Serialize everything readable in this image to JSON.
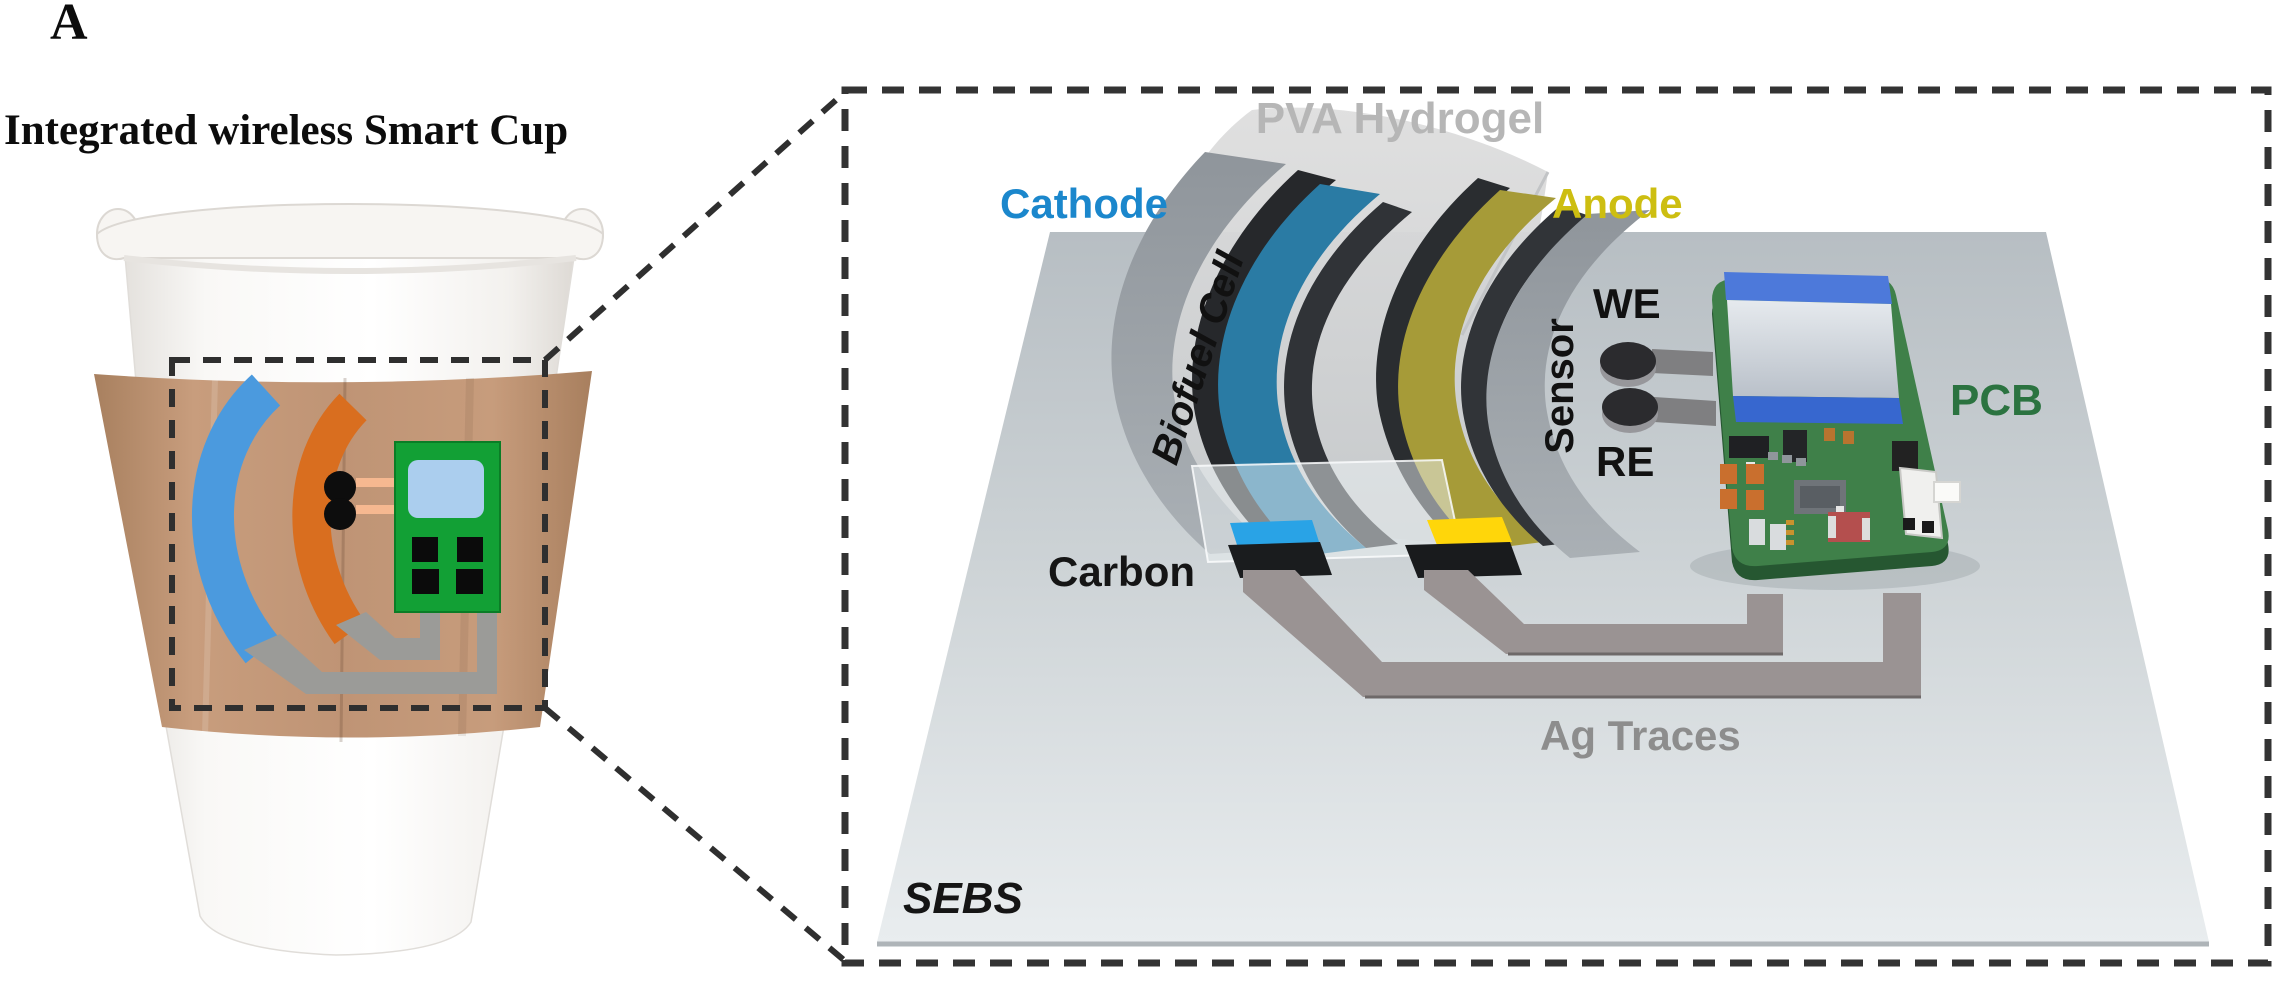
{
  "panel": {
    "label": "A"
  },
  "title": "Integrated wireless Smart Cup",
  "callout": {
    "labels": {
      "pva_hydrogel": "PVA Hydrogel",
      "cathode": "Cathode",
      "anode": "Anode",
      "biofuel_cell": "Biofuel Cell",
      "sensor": "Sensor",
      "we": "WE",
      "re": "RE",
      "pcb": "PCB",
      "carbon": "Carbon",
      "ag_traces": "Ag Traces",
      "sebs": "SEBS"
    },
    "colors": {
      "cathode_label": "#1b87cc",
      "anode_label": "#cdbe11",
      "pva_label": "#b6b6b6",
      "pcb_label": "#2b7340",
      "ag_traces_label": "#8d8d8d",
      "cathode_band": "#2a7ba4",
      "anode_band": "#a69b38",
      "cathode_tip": "#29a3e6",
      "anode_tip": "#ffd60a",
      "carbon_tip": "#1a1c1e",
      "sebs_platform": "#d7dcde",
      "ag_trace": "#9a9393",
      "pcb_board": "#3f8049",
      "ble_module_blue": "#4d79da",
      "cup_sleeve": "#bf9475",
      "cup_arc_blue": "#4b9ade",
      "cup_arc_orange": "#d96e1f",
      "cup_pcb_green": "#12a035",
      "cup_screen_blue": "#abceee"
    }
  }
}
